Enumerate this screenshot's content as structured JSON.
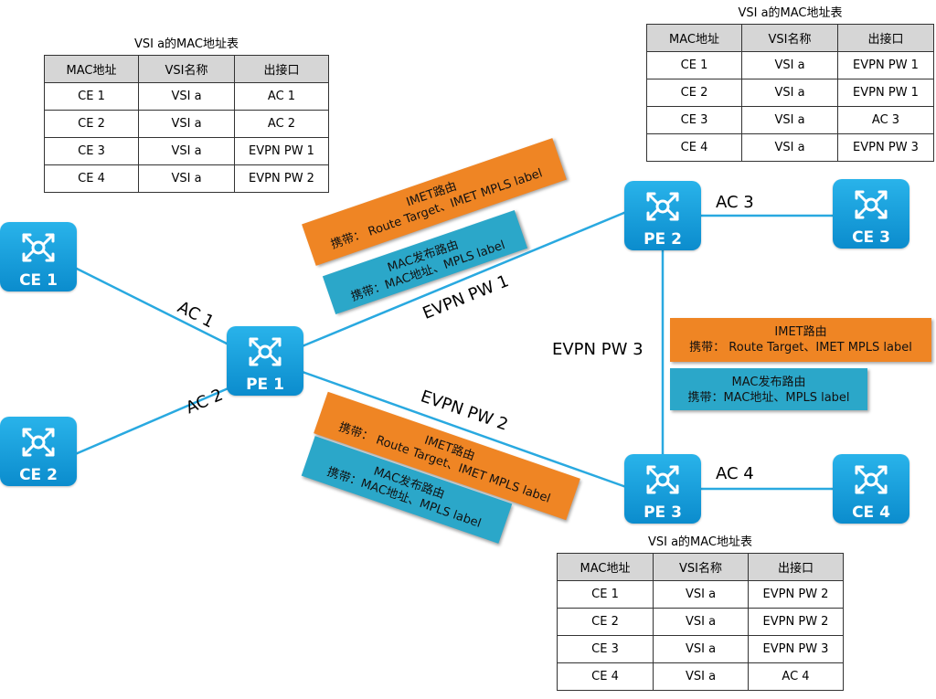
{
  "tables": {
    "headers": [
      "MAC地址",
      "VSI名称",
      "出接口"
    ],
    "pe1": {
      "title": "VSI a的MAC地址表",
      "rows": [
        [
          "CE 1",
          "VSI a",
          "AC 1"
        ],
        [
          "CE 2",
          "VSI a",
          "AC 2"
        ],
        [
          "CE 3",
          "VSI a",
          "EVPN PW 1"
        ],
        [
          "CE 4",
          "VSI a",
          "EVPN PW 2"
        ]
      ]
    },
    "pe2": {
      "title": "VSI a的MAC地址表",
      "rows": [
        [
          "CE 1",
          "VSI a",
          "EVPN PW 1"
        ],
        [
          "CE 2",
          "VSI a",
          "EVPN PW 1"
        ],
        [
          "CE 3",
          "VSI a",
          "AC 3"
        ],
        [
          "CE 4",
          "VSI a",
          "EVPN PW 3"
        ]
      ]
    },
    "pe3": {
      "title": "VSI a的MAC地址表",
      "rows": [
        [
          "CE 1",
          "VSI a",
          "EVPN PW 2"
        ],
        [
          "CE 2",
          "VSI a",
          "EVPN PW 2"
        ],
        [
          "CE 3",
          "VSI a",
          "EVPN PW 3"
        ],
        [
          "CE 4",
          "VSI a",
          "AC 4"
        ]
      ]
    }
  },
  "v": {
    "ce1": "CE 1",
    "ce2": "CE 2",
    "ce3": "CE 3",
    "ce4": "CE 4",
    "pe1": "PE 1",
    "pe2": "PE 2",
    "pe3": "PE 3",
    "ac1": "AC 1",
    "ac2": "AC 2",
    "ac3": "AC 3",
    "ac4": "AC 4",
    "pw1": "EVPN PW 1",
    "pw2": "EVPN PW 2",
    "pw3": "EVPN PW 3"
  },
  "routes": {
    "imet_title": "IMET路由",
    "imet_body": "携带： Route Target、IMET MPLS label",
    "mac_title": "MAC发布路由",
    "mac_body": "携带：MAC地址、MPLS label"
  },
  "colors": {
    "device": "#0b8ccd",
    "link": "#29a9e0",
    "imet_box": "#ef8524",
    "mac_box": "#2ba7c9",
    "table_header": "#d6d6d6"
  },
  "icons": {
    "device": "router-cross-arrows-icon"
  }
}
